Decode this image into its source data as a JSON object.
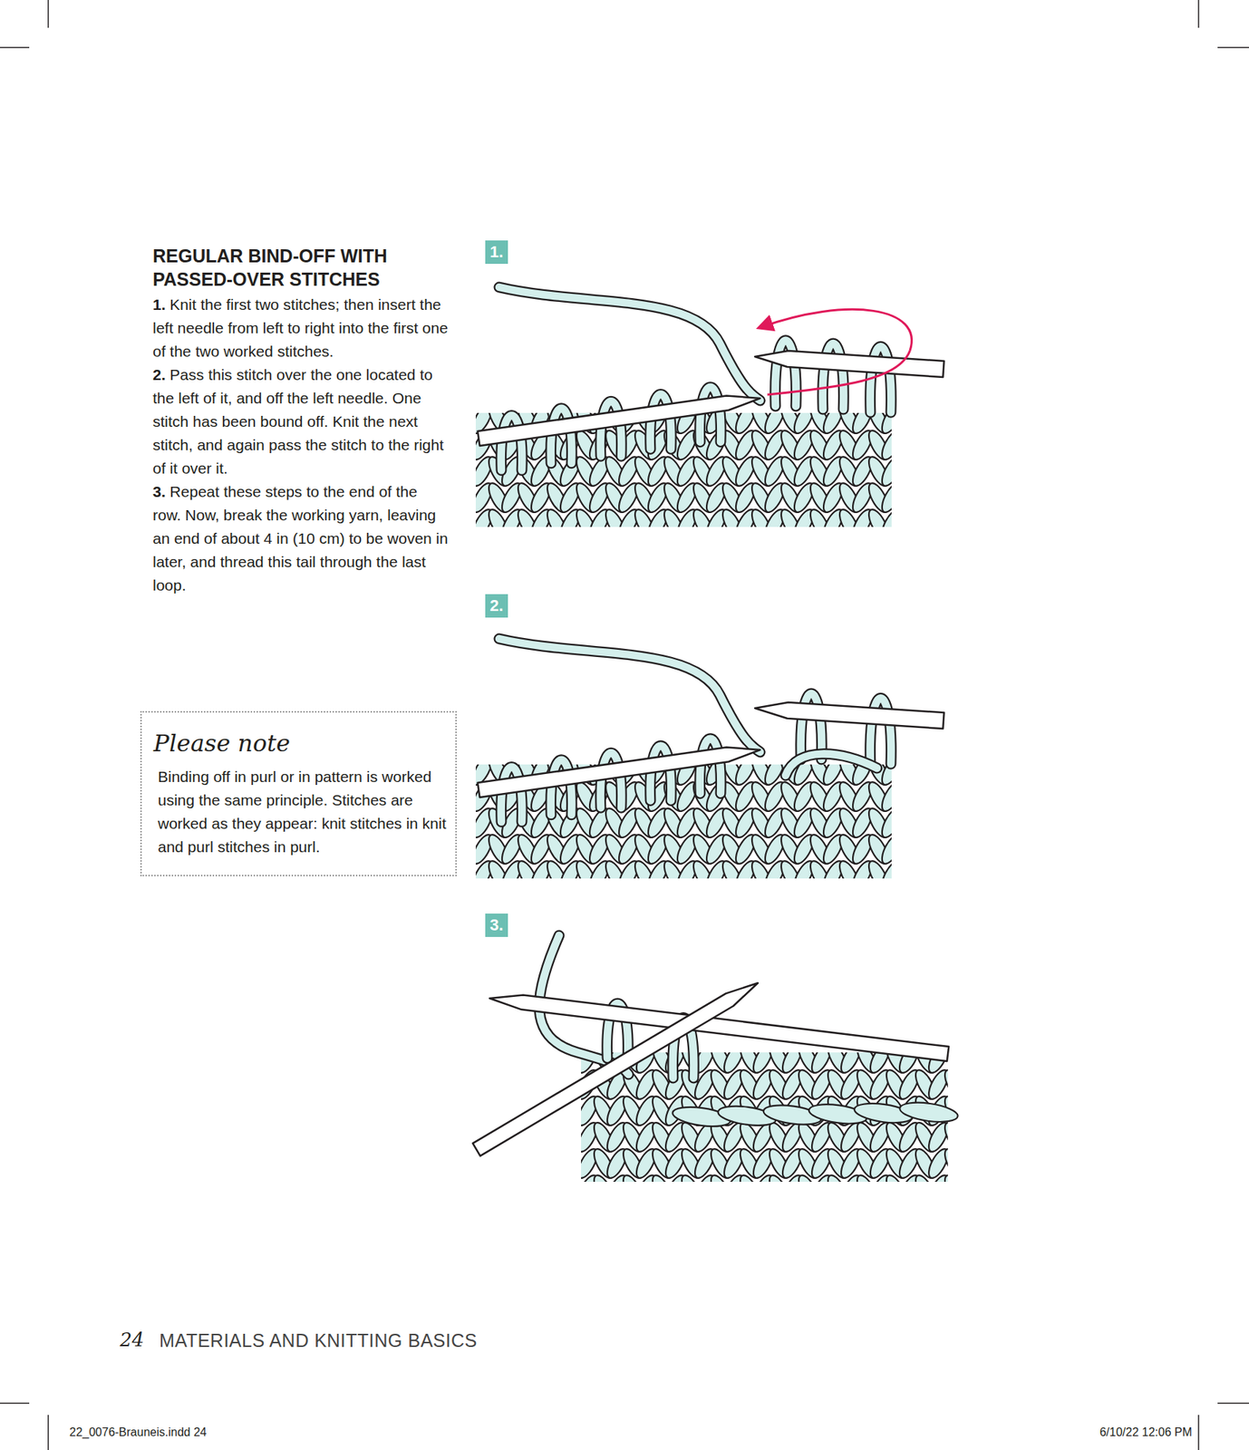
{
  "diagram": {
    "title": "REGULAR BIND-OFF WITH PASSED-OVER STITCHES",
    "nodes": [
      {
        "text": [
          "Please note",
          "Binding off in purl or in pattern is worked using the same principle. Stitches are worked as they appear: knit stitches in knit and purl stitches in purl."
        ]
      }
    ],
    "labels": [
      "1.",
      "Knit the first two stitches; then insert the left needle from left to right into the first one of the two worked stitches.",
      "2.",
      "Pass this stitch over the one located to the left of it, and off the left needle. One stitch has been bound off. Knit the next stitch, and again pass the stitch to the right of it over it.",
      "3.",
      "Repeat these steps to the end of the row. Now, break the working yarn, leaving an end of about 4 in (10 cm) to be woven in later, and thread this tail through the last loop.",
      "1.",
      "2.",
      "3.",
      "24",
      "MATERIALS AND KNITTING BASICS",
      "22_0076-Brauneis.indd 24",
      "6/10/22 12:06 PM"
    ]
  }
}
